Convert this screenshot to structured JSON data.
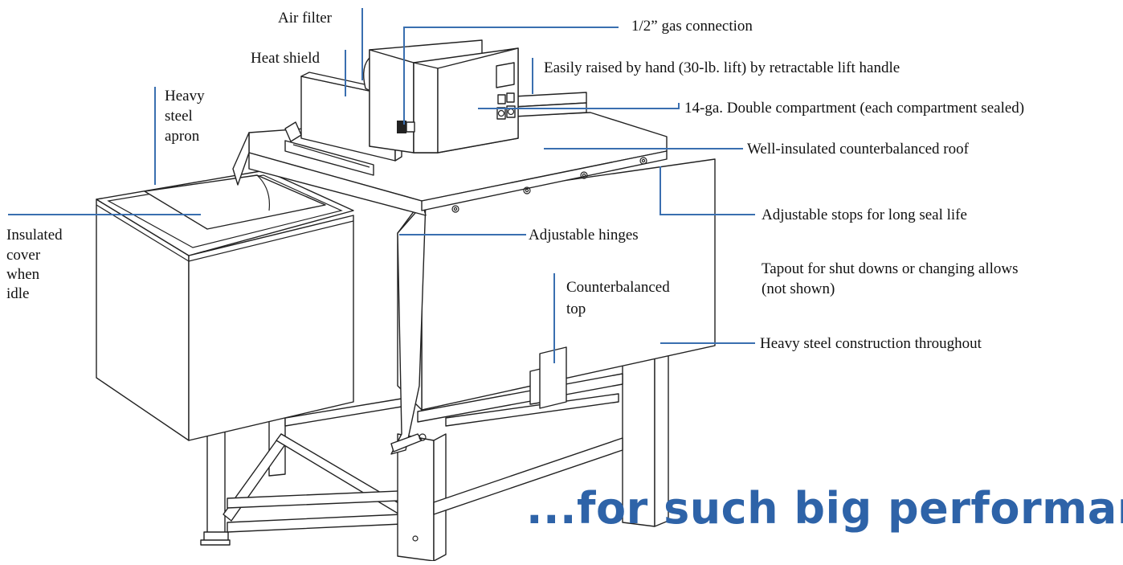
{
  "labels": {
    "air_filter": "Air filter",
    "gas_connection": "1/2” gas connection",
    "heat_shield": "Heat shield",
    "lift_handle": "Easily raised by hand (30-lb. lift) by retractable lift handle",
    "double_compartment": "14-ga. Double compartment (each compartment sealed)",
    "heavy_steel_apron": [
      "Heavy",
      "steel",
      "apron"
    ],
    "roof": "Well-insulated counterbalanced roof",
    "adjustable_stops": "Adjustable stops for long seal life",
    "insulated_cover": [
      "Insulated",
      "cover",
      "when",
      "idle"
    ],
    "adjustable_hinges": "Adjustable hinges",
    "tapout": [
      "Tapout for shut downs or changing allows",
      "(not shown)"
    ],
    "counterbalanced_top": [
      "Counterbalanced",
      "top"
    ],
    "heavy_steel_construction": "Heavy steel construction throughout"
  },
  "tagline": "...for such big performanc",
  "colors": {
    "callout_line": "#3a6fb0",
    "tagline": "#2e63a8",
    "line_art": "#222222"
  }
}
